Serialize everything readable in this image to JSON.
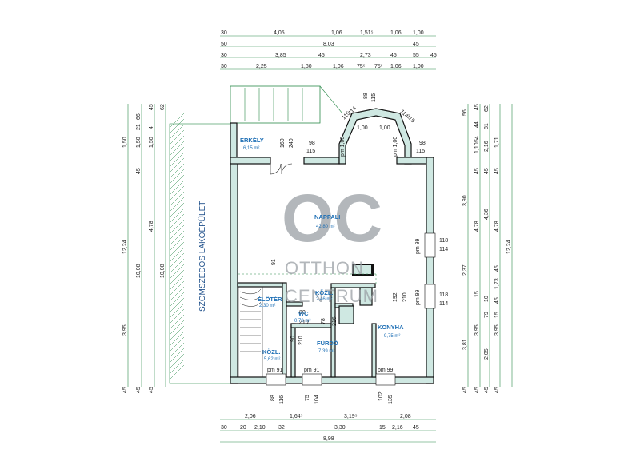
{
  "rooms": {
    "erkely": {
      "name": "ERKÉLY",
      "area": "6,15 m²"
    },
    "nappali": {
      "name": "NAPPALI",
      "area": "42,80 m²"
    },
    "eloter": {
      "name": "ELŐTÉR",
      "area": "2,30 m²"
    },
    "kozl_small": {
      "name": "KÖZL.",
      "area": "2,46 m²"
    },
    "wc": {
      "name": "WC",
      "area": "0,78 m²"
    },
    "konyha": {
      "name": "KONYHA",
      "area": "9,75 m²"
    },
    "furdo": {
      "name": "FÜRDŐ",
      "area": "7,39 m²"
    },
    "kozl": {
      "name": "KÖZL.",
      "area": "5,62 m²"
    }
  },
  "neighbor_label": "SZOMSZÉDOS LAKÓÉPÜLET",
  "watermark": {
    "logo": "OC",
    "line1": "OTTHON",
    "line2": "CENTRUM"
  },
  "top_dims": {
    "row1": [
      "30",
      "4,05",
      "1,06",
      "1,51⁵",
      "1,06",
      "1,00"
    ],
    "row2": [
      "50",
      "8,03",
      "45"
    ],
    "row3": [
      "30",
      "3,85",
      "45",
      "2,73",
      "45",
      "55",
      "45"
    ],
    "row4": [
      "30",
      "2,25",
      "1,80",
      "1,06",
      "75⁵",
      "75⁵",
      "1,06",
      "1,00"
    ]
  },
  "bottom_dims": {
    "row1": [
      "2,06",
      "1,64⁵",
      "3,19⁵",
      "2,08"
    ],
    "row2": [
      "30",
      "20",
      "2,10",
      "32",
      "3,30",
      "15",
      "2,16",
      "45"
    ],
    "row3": [
      "8,98"
    ]
  },
  "left_dims": {
    "col1": [
      "1,50",
      "12,24",
      "3,95",
      "45"
    ],
    "col2": [
      "66",
      "21",
      "1,50",
      "45",
      "10,08",
      "45"
    ],
    "col3": [
      "45",
      "4",
      "1,50",
      "4,78",
      "10,08",
      "45"
    ],
    "col4": [
      "62"
    ]
  },
  "right_dims": {
    "col1": [
      "56",
      "3,90",
      "2,37",
      "3,81",
      "45"
    ],
    "col2": [
      "44",
      "54",
      "1,10",
      "45",
      "4,78",
      "15",
      "3,95",
      "45"
    ],
    "col3": [
      "62",
      "81",
      "2,16",
      "45",
      "4,36",
      "10",
      "79",
      "2,05",
      "45"
    ],
    "col4": [
      "45",
      "1,71",
      "45",
      "4,78",
      "45",
      "1,73",
      "45",
      "15",
      "3,95",
      "45"
    ],
    "col5": [
      "12,24"
    ]
  },
  "interior_dims": {
    "erkely_160": "160",
    "erkely_240": "240",
    "d98a": "98",
    "d115a": "115",
    "d98b": "98",
    "d115b": "115",
    "pm100a": "pm 1,00",
    "pm100b": "pm 1,00",
    "bay_88": "88",
    "bay_115": "115",
    "bay_114a": "114",
    "bay_114b": "114",
    "bay_115b": "115",
    "bay_115c": "115",
    "bay_100a": "1,00",
    "bay_100b": "1,00",
    "n91": "91",
    "pm99a": "pm 99",
    "d118a": "118",
    "d114a": "114",
    "pm99b": "pm 99",
    "d118b": "118",
    "d114b": "114",
    "d192": "192",
    "d210a": "210",
    "d80": "80",
    "d210b": "210",
    "d90": "90",
    "d210c": "210",
    "d78": "78",
    "d216": "216",
    "pm91a": "pm 91",
    "pm91b": "pm 91",
    "pm99c": "pm 99",
    "d88": "88",
    "d116": "116",
    "d75": "75",
    "d104": "104",
    "d102": "102",
    "d135": "135"
  }
}
